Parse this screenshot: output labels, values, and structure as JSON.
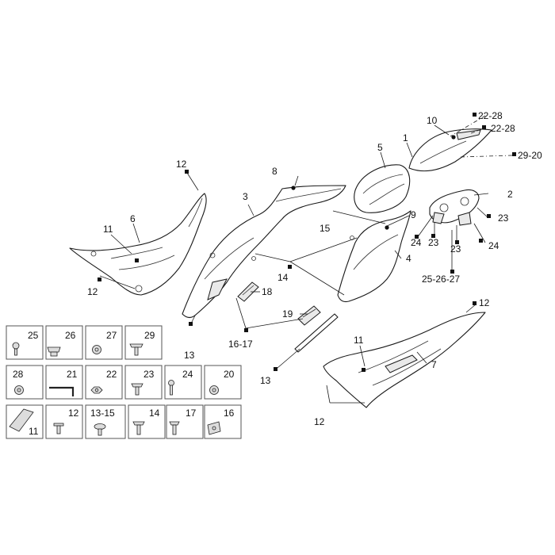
{
  "callouts": {
    "c1": "1",
    "c2": "2",
    "c3": "3",
    "c4": "4",
    "c5": "5",
    "c6": "6",
    "c7": "7",
    "c8": "8",
    "c9": "9",
    "c10": "10",
    "c11a": "11",
    "c11b": "11",
    "c12a": "12",
    "c12b": "12",
    "c12c": "12",
    "c12d": "12",
    "c13a": "13",
    "c13b": "13",
    "c14": "14",
    "c15": "15",
    "c16_17": "16-17",
    "c18": "18",
    "c19": "19",
    "c22_28a": "22-28",
    "c22_28b": "22-28",
    "c29_20": "29-20",
    "c23a": "23",
    "c23b": "23",
    "c23c": "23",
    "c24a": "24",
    "c24b": "24",
    "c25_26_27": "25-26-27"
  },
  "hardware": [
    {
      "label": "25",
      "icon": "screw-icon"
    },
    {
      "label": "26",
      "icon": "clip-nut-icon"
    },
    {
      "label": "27",
      "icon": "washer-icon"
    },
    {
      "label": "29",
      "icon": "screw-icon"
    },
    {
      "label": "28",
      "icon": "washer-icon"
    },
    {
      "label": "21",
      "icon": "allen-key-icon"
    },
    {
      "label": "22",
      "icon": "nut-icon"
    },
    {
      "label": "23",
      "icon": "screw-icon"
    },
    {
      "label": "24",
      "icon": "bolt-icon"
    },
    {
      "label": "20",
      "icon": "washer-icon"
    },
    {
      "label": "11",
      "icon": "pad-icon"
    },
    {
      "label": "12",
      "icon": "rivet-icon"
    },
    {
      "label": "13-15",
      "icon": "button-screw-icon"
    },
    {
      "label": "14",
      "icon": "screw-icon"
    },
    {
      "label": "17",
      "icon": "screw-icon"
    },
    {
      "label": "16",
      "icon": "speed-nut-icon"
    }
  ]
}
